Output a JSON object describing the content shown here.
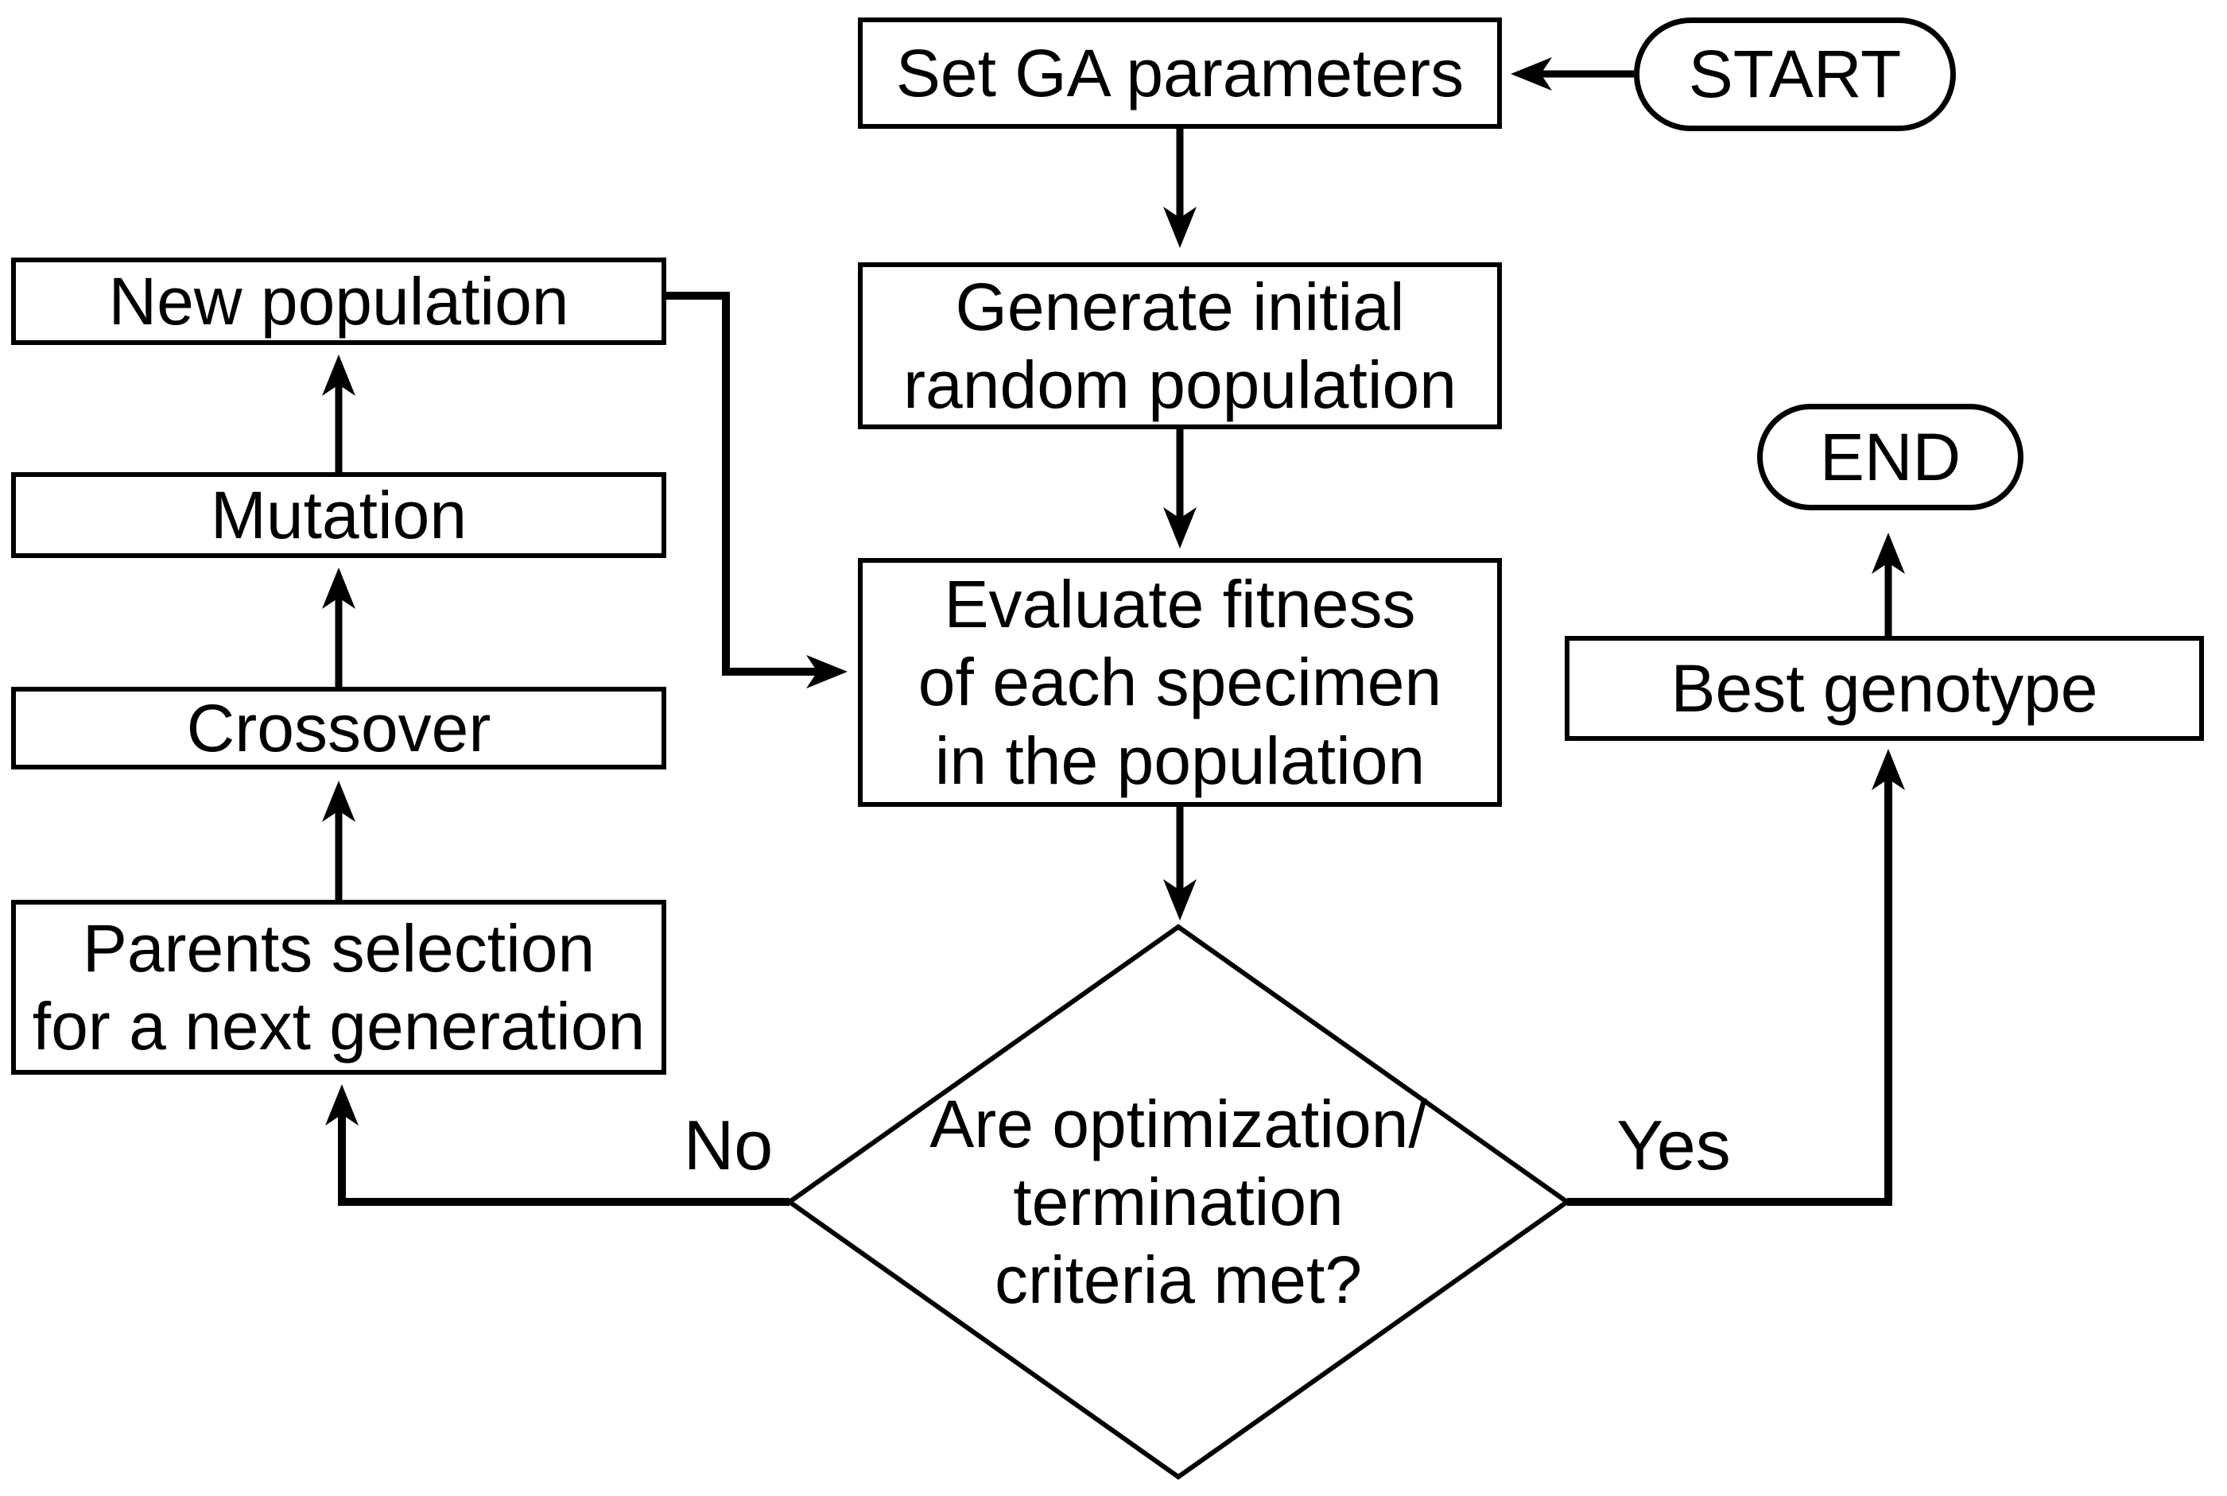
{
  "diagram": {
    "type": "flowchart",
    "colors": {
      "background": "#ffffff",
      "stroke": "#000000",
      "text": "#000000"
    },
    "nodes": {
      "start": {
        "label": "START",
        "shape": "terminator"
      },
      "set_ga": {
        "label": "Set GA parameters",
        "shape": "process"
      },
      "generate": {
        "label": "Generate initial\nrandom population",
        "shape": "process"
      },
      "evaluate": {
        "label": "Evaluate fitness\nof each specimen\nin the population",
        "shape": "process"
      },
      "decision": {
        "label": "Are optimization/\ntermination\ncriteria met?",
        "shape": "decision"
      },
      "new_population": {
        "label": "New population",
        "shape": "process"
      },
      "mutation": {
        "label": "Mutation",
        "shape": "process"
      },
      "crossover": {
        "label": "Crossover",
        "shape": "process"
      },
      "parents": {
        "label": "Parents selection\nfor a next generation",
        "shape": "process"
      },
      "best_genotype": {
        "label": "Best genotype",
        "shape": "process"
      },
      "end": {
        "label": "END",
        "shape": "terminator"
      }
    },
    "edge_labels": {
      "no": "No",
      "yes": "Yes"
    }
  }
}
